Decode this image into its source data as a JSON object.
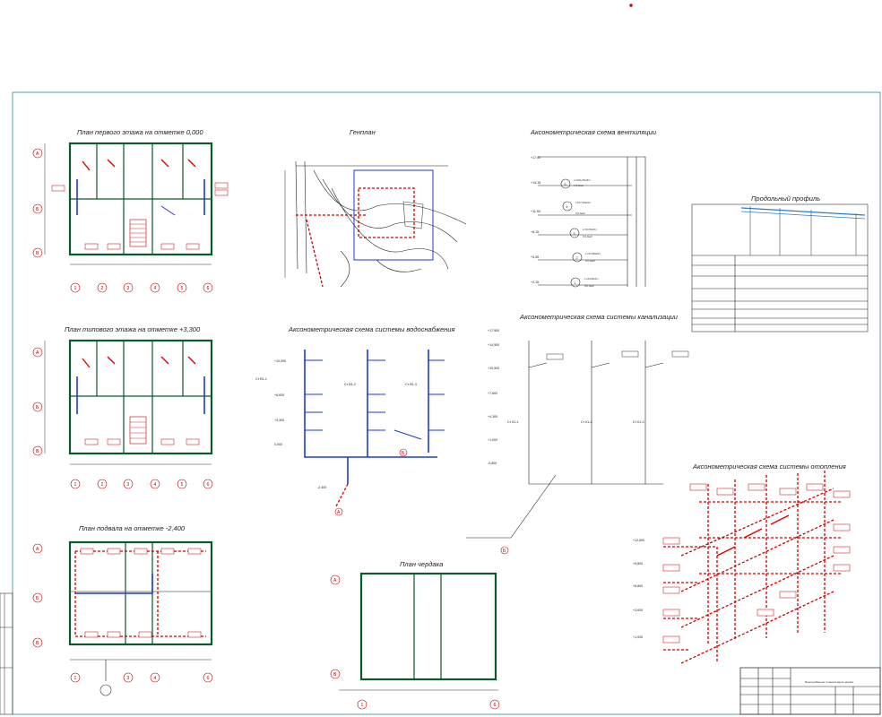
{
  "titles": {
    "plan_first": "План первого этажа на отметке 0,000",
    "plan_typical": "План типового этажа на отметке +3,300",
    "plan_basement": "План подвала на отметке -2,400",
    "plan_attic": "План чердака",
    "genplan": "Генплан",
    "axo_vent": "Аксонометрическая схема вентиляции",
    "profile": "Продольный профиль",
    "axo_water": "Аксонометрическая схема системы водоснабжения",
    "axo_sewer": "Аксонометрическая схема системы канализации",
    "axo_heating": "Аксонометрическая схема системы отопления"
  },
  "axes": {
    "letters": [
      "А",
      "Б",
      "В"
    ],
    "numbers": [
      "1",
      "2",
      "3",
      "4",
      "5",
      "6"
    ]
  },
  "vent": {
    "levels": [
      "+17,50",
      "+14,15",
      "+11,50",
      "+8,15",
      "+5,50",
      "+2,15"
    ],
    "nodes": [
      {
        "num": "5",
        "line1": "L=300,25м3/ч",
        "line2": "l=0,9м/с"
      },
      {
        "num": "4",
        "line1": "L=67,94м3/ч",
        "line2": "l=0,9м/с"
      },
      {
        "num": "3",
        "line1": "L=93,5м3/ч",
        "line2": "l=0,9м/с"
      },
      {
        "num": "2",
        "line1": "L=43,98м3/ч",
        "line2": "l=0,9м/с"
      },
      {
        "num": "1",
        "line1": "L=20,8м3/ч",
        "line2": "l=0,9м/с"
      }
    ]
  },
  "water": {
    "risers": [
      "Ст В1-1",
      "Ст В1-2",
      "Ст В1-3"
    ],
    "levels": [
      "+10,000",
      "+6,600",
      "+3,300",
      "0,000",
      "-2,400"
    ],
    "marks": [
      "А",
      "Б"
    ]
  },
  "sewer": {
    "levels": [
      "+17,500",
      "+14,500",
      "+10,900",
      "+7,600",
      "+4,300",
      "+1,000",
      "-0,800"
    ],
    "risers": [
      "Ст К1-1",
      "Ст К1-2",
      "Ст К1-3"
    ],
    "marks": [
      "Б"
    ]
  },
  "heating": {
    "levels": [
      "+12,800",
      "+9,800",
      "+6,800",
      "+3,600",
      "+1,000"
    ]
  },
  "stamp": {
    "title": "Водоснабжение и канализация здания"
  },
  "colors": {
    "walls": "#0b5a2a",
    "water_pipe": "#1f3bd1",
    "heating_pipe": "#e60000",
    "frame": "#2a8a8a"
  }
}
